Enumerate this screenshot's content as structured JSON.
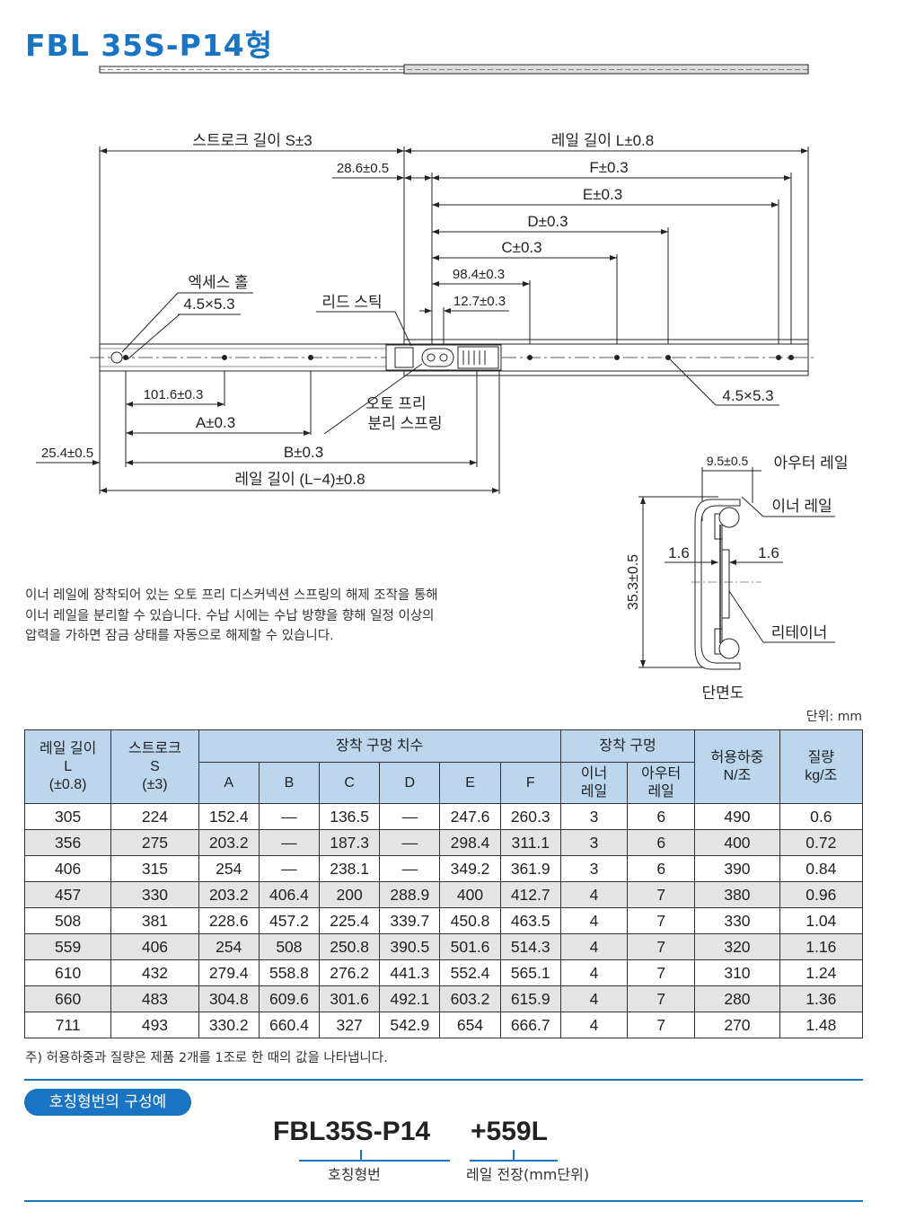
{
  "title": "FBL 35S-P14형",
  "drawing": {
    "stroke_length": "스트로크 길이 S±3",
    "rail_length": "레일 길이 L±0.8",
    "dim_28_6": "28.6±0.5",
    "dim_F": "F±0.3",
    "dim_E": "E±0.3",
    "dim_D": "D±0.3",
    "dim_C": "C±0.3",
    "dim_98_4": "98.4±0.3",
    "dim_12_7": "12.7±0.3",
    "access_hole": "엑세스 홀",
    "access_size": "4.5×5.3",
    "lead_stick": "리드 스틱",
    "auto_free_1": "오토 프리",
    "auto_free_2": "분리 스프링",
    "hole_size": "4.5×5.3",
    "dim_101_6": "101.6±0.3",
    "dim_A": "A±0.3",
    "dim_25_4": "25.4±0.5",
    "dim_B": "B±0.3",
    "rail_length_l4": "레일 길이 (L−4)±0.8",
    "sec_9_5": "9.5±0.5",
    "sec_outer": "아우터 레일",
    "sec_inner": "이너 레일",
    "sec_1_6_left": "1.6",
    "sec_1_6_right": "1.6",
    "sec_height": "35.3±0.5",
    "sec_retainer": "리테이너",
    "sec_caption": "단면도"
  },
  "description": "이너 레일에 장착되어 있는 오토 프리 디스커넥션 스프링의 해제 조작을 통해 이너 레일을 분리할 수 있습니다. 수납 시에는 수납 방향을 향해 일정 이상의 압력을 가하면 잠금 상태를 자동으로 해제할 수 있습니다.",
  "unit": "단위: mm",
  "table": {
    "headers": {
      "rail_length_1": "레일 길이",
      "rail_length_2": "L",
      "rail_length_3": "(±0.8)",
      "stroke_1": "스트로크",
      "stroke_2": "S",
      "stroke_3": "(±3)",
      "mount_dims": "장착 구멍 치수",
      "mount_holes": "장착 구멍",
      "load_1": "허용하중",
      "load_2": "N/조",
      "mass_1": "질량",
      "mass_2": "kg/조",
      "A": "A",
      "B": "B",
      "C": "C",
      "D": "D",
      "E": "E",
      "F": "F",
      "inner_1": "이너",
      "inner_2": "레일",
      "outer_1": "아우터",
      "outer_2": "레일"
    },
    "rows": [
      [
        "305",
        "224",
        "152.4",
        "—",
        "136.5",
        "—",
        "247.6",
        "260.3",
        "3",
        "6",
        "490",
        "0.6"
      ],
      [
        "356",
        "275",
        "203.2",
        "—",
        "187.3",
        "—",
        "298.4",
        "311.1",
        "3",
        "6",
        "400",
        "0.72"
      ],
      [
        "406",
        "315",
        "254",
        "—",
        "238.1",
        "—",
        "349.2",
        "361.9",
        "3",
        "6",
        "390",
        "0.84"
      ],
      [
        "457",
        "330",
        "203.2",
        "406.4",
        "200",
        "288.9",
        "400",
        "412.7",
        "4",
        "7",
        "380",
        "0.96"
      ],
      [
        "508",
        "381",
        "228.6",
        "457.2",
        "225.4",
        "339.7",
        "450.8",
        "463.5",
        "4",
        "7",
        "330",
        "1.04"
      ],
      [
        "559",
        "406",
        "254",
        "508",
        "250.8",
        "390.5",
        "501.6",
        "514.3",
        "4",
        "7",
        "320",
        "1.16"
      ],
      [
        "610",
        "432",
        "279.4",
        "558.8",
        "276.2",
        "441.3",
        "552.4",
        "565.1",
        "4",
        "7",
        "310",
        "1.24"
      ],
      [
        "660",
        "483",
        "304.8",
        "609.6",
        "301.6",
        "492.1",
        "603.2",
        "615.9",
        "4",
        "7",
        "280",
        "1.36"
      ],
      [
        "711",
        "493",
        "330.2",
        "660.4",
        "327",
        "542.9",
        "654",
        "666.7",
        "4",
        "7",
        "270",
        "1.48"
      ]
    ]
  },
  "note": "주) 허용하중과 질량은 제품 2개를 1조로 한 때의 값을 나타냅니다.",
  "example": {
    "badge": "호칭형번의 구성예",
    "code": "FBL35S-P14",
    "suffix": "+559L",
    "code_label": "호칭형번",
    "suffix_label": "레일 전장(mm단위)"
  },
  "colors": {
    "accent": "#1a74c4",
    "header_bg": "#bcd6ee",
    "alt_row": "#e4e4e4"
  }
}
